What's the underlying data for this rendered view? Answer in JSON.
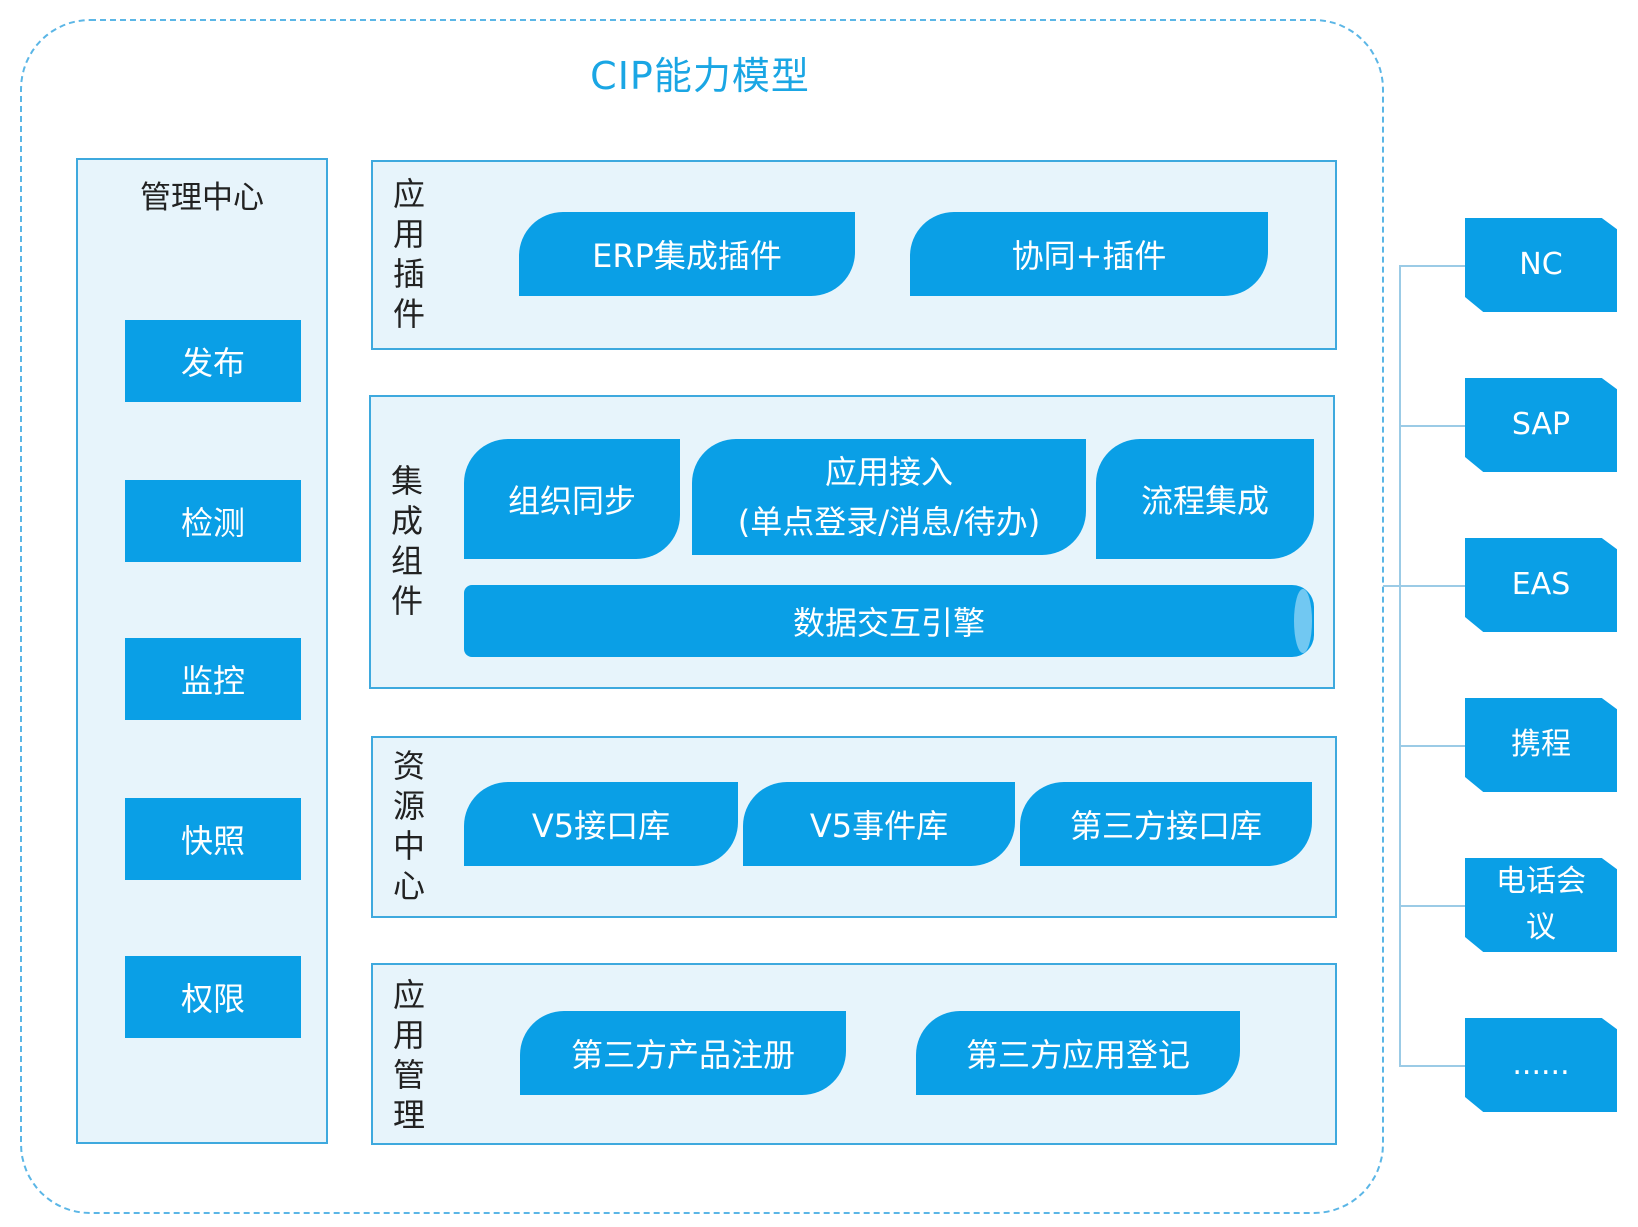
{
  "title": "CIP能力模型",
  "management": {
    "title": "管理中心",
    "items": [
      "发布",
      "检测",
      "监控",
      "快照",
      "权限"
    ]
  },
  "panels": [
    {
      "label": [
        "应",
        "用",
        "插",
        "件"
      ],
      "items": [
        "ERP集成插件",
        "协同+插件"
      ]
    },
    {
      "label": [
        "集",
        "成",
        "组",
        "件"
      ],
      "items": [
        "组织同步",
        "应用接入",
        "(单点登录/消息/待办)",
        "流程集成",
        "数据交互引擎"
      ]
    },
    {
      "label": [
        "资",
        "源",
        "中",
        "心"
      ],
      "items": [
        "V5接口库",
        "V5事件库",
        "第三方接口库"
      ]
    },
    {
      "label": [
        "应",
        "用",
        "管",
        "理"
      ],
      "items": [
        "第三方产品注册",
        "第三方应用登记"
      ]
    }
  ],
  "external_systems": [
    "NC",
    "SAP",
    "EAS",
    "携程",
    "电话会议",
    "......"
  ],
  "colors": {
    "accent": "#0a9fe6",
    "panel_bg": "#e7f4fb",
    "border": "#3ea9de",
    "title": "#1aa6e4"
  }
}
